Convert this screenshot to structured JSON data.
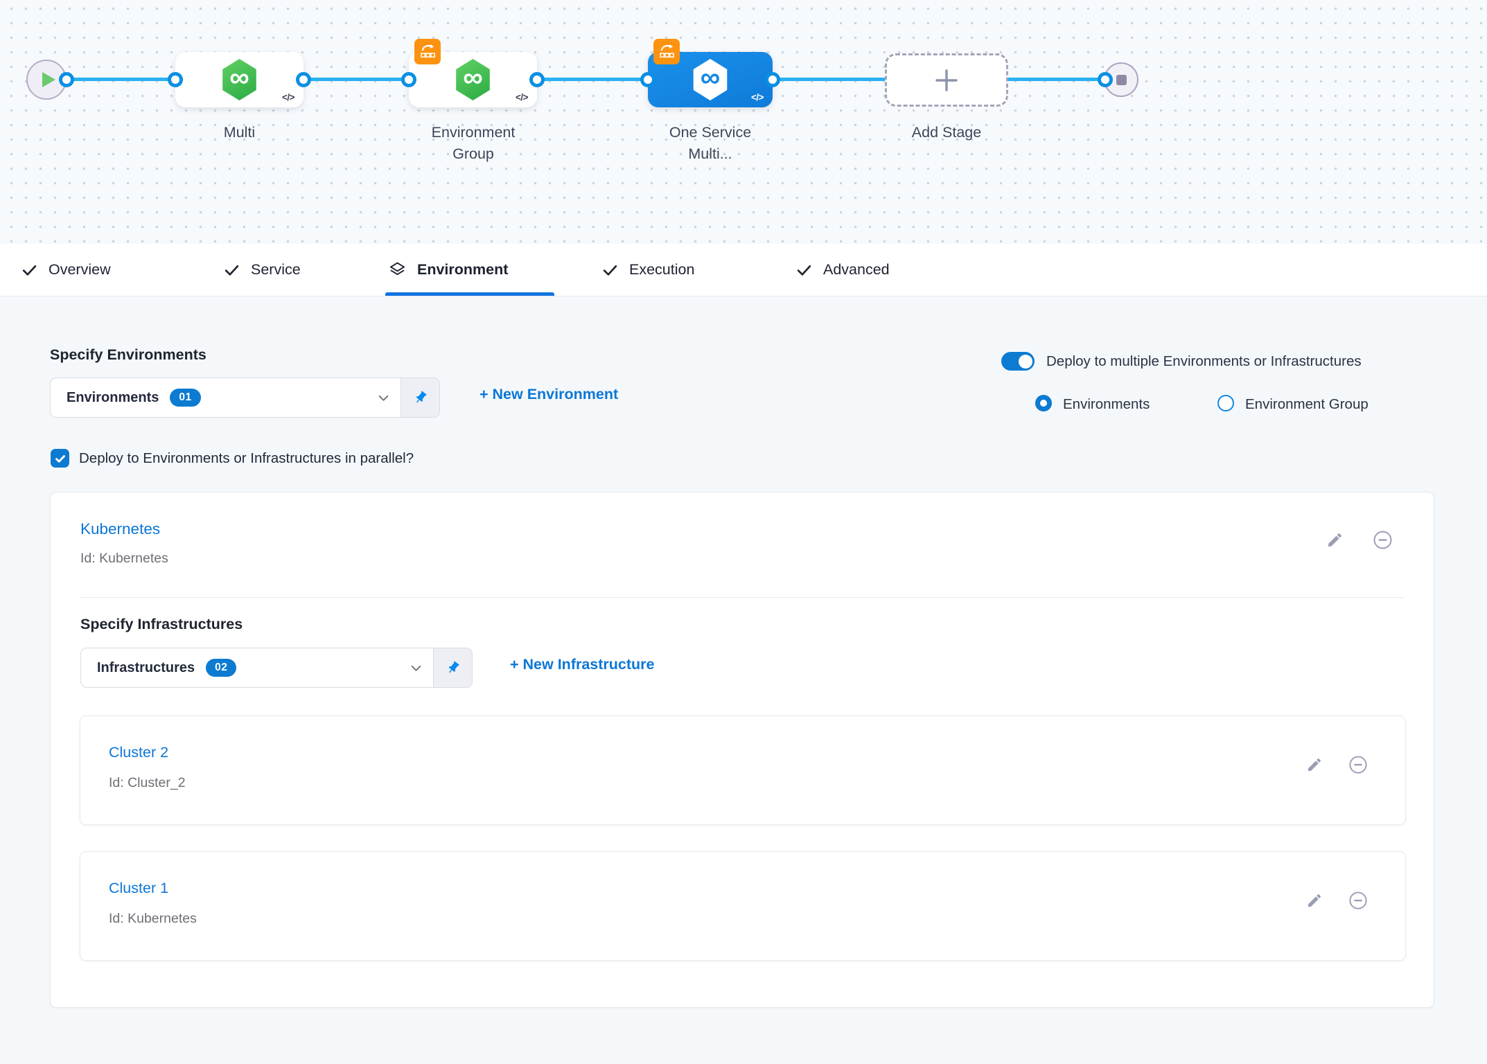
{
  "pipeline": {
    "nodes": [
      {
        "label": "Multi"
      },
      {
        "label": "Environment Group"
      },
      {
        "label": "One Service Multi..."
      },
      {
        "label": "Add Stage"
      }
    ]
  },
  "glyphs": {
    "infinity": "∞",
    "code": "</>"
  },
  "tabs": [
    {
      "label": "Overview"
    },
    {
      "label": "Service"
    },
    {
      "label": "Environment"
    },
    {
      "label": "Execution"
    },
    {
      "label": "Advanced"
    }
  ],
  "environment_tab": {
    "specify_environments": "Specify Environments",
    "environments_select": {
      "value": "Environments",
      "count": "01"
    },
    "new_environment": "+ New Environment",
    "deploy_multiple_toggle": "Deploy to multiple Environments or Infrastructures",
    "radio_environments": "Environments",
    "radio_environment_group": "Environment Group",
    "parallel_checkbox": "Deploy to Environments or Infrastructures in parallel?",
    "environment": {
      "name": "Kubernetes",
      "id": "Id: Kubernetes"
    },
    "specify_infrastructures": "Specify Infrastructures",
    "infrastructures_select": {
      "value": "Infrastructures",
      "count": "02"
    },
    "new_infrastructure": "+ New Infrastructure",
    "infrastructures": [
      {
        "name": "Cluster 2",
        "id": "Id: Cluster_2"
      },
      {
        "name": "Cluster 1",
        "id": "Id: Kubernetes"
      }
    ]
  },
  "colors": {
    "accent": "#0278d5",
    "connector": "#28b1f3",
    "selected_stage": "#1588e4",
    "service_green": "#42bd52",
    "badge_orange": "#fc9310"
  }
}
